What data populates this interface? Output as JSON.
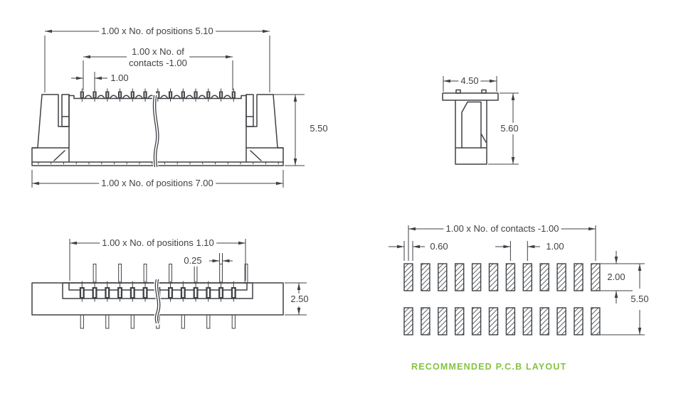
{
  "views": {
    "front": {
      "contact_count": 13,
      "dims": {
        "positions_width": "1.00 x No. of positions 5.10",
        "contacts_width": "1.00 x No. of\ncontacts -1.00",
        "pitch": "1.00",
        "height": "5.50",
        "overall_width": "1.00 x No. of positions 7.00"
      }
    },
    "side": {
      "dims": {
        "width": "4.50",
        "height": "5.60"
      }
    },
    "section": {
      "contact_count": 13,
      "top_pin_count": 7,
      "bottom_pin_count": 7,
      "dims": {
        "positions_width": "1.00 x No. of positions 1.10",
        "pin_width": "0.25",
        "height": "2.50"
      }
    },
    "pcb": {
      "pad_columns": 12,
      "pad_rows": 2,
      "caption": "RECOMMENDED P.C.B LAYOUT",
      "dims": {
        "contacts_width": "1.00 x No. of contacts -1.00",
        "pad_width": "0.60",
        "pitch": "1.00",
        "pad_height": "2.00",
        "row_spacing": "5.50"
      }
    }
  },
  "colors": {
    "ink": "#3e4145",
    "hatch": "#888b8e",
    "accent_green": "#84c342",
    "background": "#ffffff"
  }
}
